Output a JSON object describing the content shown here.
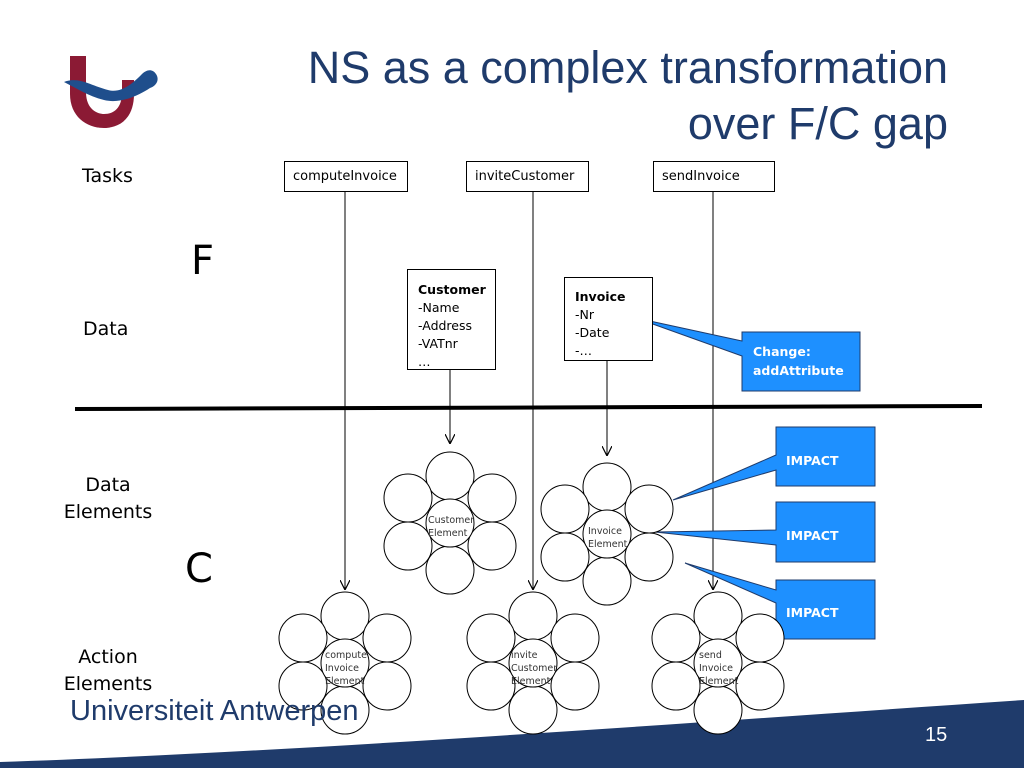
{
  "title": {
    "line1": "NS as a complex transformation",
    "line2": "over F/C gap"
  },
  "row_labels": {
    "tasks": "Tasks",
    "data": "Data",
    "data_elements_1": "Data",
    "data_elements_2": "Elements",
    "action_elements_1": "Action",
    "action_elements_2": "Elements"
  },
  "layers": {
    "functional": "F",
    "constructional": "C"
  },
  "tasks": [
    "computeInvoice",
    "inviteCustomer",
    "sendInvoice"
  ],
  "data_entities": [
    {
      "name": "Customer",
      "fields": [
        "-Name",
        "-Address",
        "-VATnr",
        "…"
      ]
    },
    {
      "name": "Invoice",
      "fields": [
        "-Nr",
        "-Date",
        "-…"
      ]
    }
  ],
  "change_callout": {
    "line1": "Change:",
    "line2": "addAttribute"
  },
  "impact_callouts": [
    "IMPACT",
    "IMPACT",
    "IMPACT"
  ],
  "data_elements": [
    {
      "line1": "Customer",
      "line2": "Element"
    },
    {
      "line1": "Invoice",
      "line2": "Element"
    }
  ],
  "action_elements": [
    {
      "line1": "compute",
      "line2": "Invoice",
      "line3": "Element"
    },
    {
      "line1": "invite",
      "line2": "Customer",
      "line3": "Element"
    },
    {
      "line1": "send",
      "line2": "Invoice",
      "line3": "Element"
    }
  ],
  "footer": {
    "university": "Universiteit Antwerpen",
    "page_number": "15"
  },
  "colors": {
    "title": "#1f3b6b",
    "logo_red": "#8b1a34",
    "logo_blue": "#1f4e8c",
    "callout_blue": "#1e90ff",
    "footer_bar": "#1f3b6b"
  }
}
